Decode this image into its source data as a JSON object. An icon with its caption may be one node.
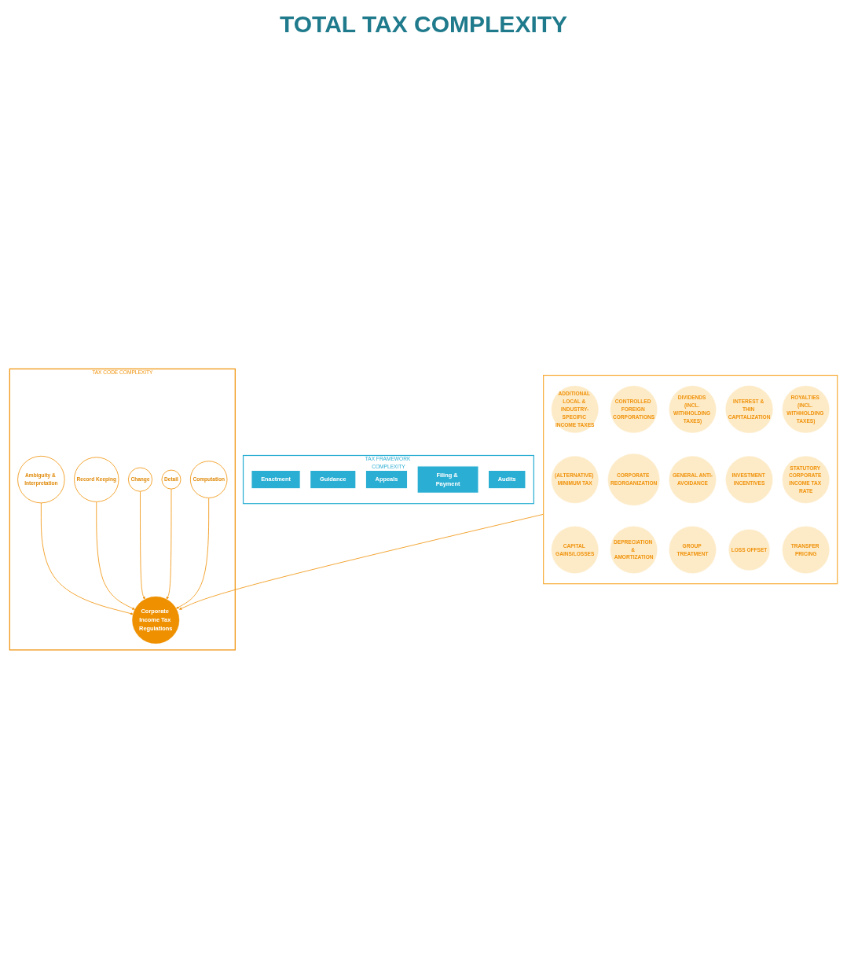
{
  "diagram": {
    "title": "TOTAL TAX COMPLEXITY",
    "nodes": [
      {
        "text": [
          "TAX CODE COMPLEXITY"
        ]
      },
      {
        "text": [
          "Ambiguity & Interpretation"
        ],
        "in": 0
      },
      {
        "text": [
          "Record Keeping"
        ],
        "in": 0
      },
      {
        "text": [
          "Change"
        ],
        "in": 0
      },
      {
        "text": [
          "Corporate Income Tax Regulations"
        ],
        "in": 0
      },
      {
        "text": [
          "Detail"
        ],
        "in": 0
      },
      {
        "text": [
          "Computation"
        ],
        "in": 0
      },
      {
        "text": [
          "TAX FRAMEWORK COMPLEXITY"
        ]
      },
      {
        "text": [
          "Enactment"
        ],
        "in": 7
      },
      {
        "text": [
          "Guidance"
        ],
        "in": 7
      },
      {
        "text": [
          "Appeals"
        ],
        "in": 7
      },
      {
        "text": [
          "Filing & Payment"
        ],
        "in": 7
      },
      {
        "text": [
          "Audits"
        ],
        "in": 7
      },
      {
        "text": [],
        "shape": "box"
      },
      {
        "text": [
          "ADDITIONAL LOCAL & INDUSTRY-SPECIFIC INCOME TAXES"
        ],
        "in": 13
      },
      {
        "text": [
          "CONTROLLED FOREIGN CORPORATIONS"
        ],
        "in": 13
      },
      {
        "text": [
          "DIVIDENDS (INCL. WITHHOLDING TAXES)"
        ],
        "in": 13
      },
      {
        "text": [
          "INTEREST & THIN CAPITALIZATION"
        ],
        "in": 13
      },
      {
        "text": [
          "ROYALTIES (INCL. WITHHOLDING TAXES)"
        ],
        "in": 13
      },
      {
        "text": [
          "(ALTERNATIVE) MINIMUM TAX"
        ],
        "in": 13
      },
      {
        "text": [
          "CORPORATE REORGANIZATION"
        ],
        "in": 13
      },
      {
        "text": [
          "GENERAL ANTI-AVOIDANCE"
        ],
        "in": 13
      },
      {
        "text": [
          "INVESTMENT INCENTIVES"
        ],
        "in": 13
      },
      {
        "text": [
          "STATUTORY CORPORATE INCOME TAX RATE"
        ],
        "in": 13
      },
      {
        "text": [
          "CAPITAL GAINS/LOSSES"
        ],
        "in": 13
      },
      {
        "text": [
          "DEPRECIATION & AMORTIZATION"
        ],
        "in": 13
      },
      {
        "text": [
          "GROUP TREATMENT"
        ],
        "in": 13
      },
      {
        "text": [
          "LOSS OFFSET"
        ],
        "in": 13
      },
      {
        "text": [
          "TRANSFER PRICING"
        ],
        "in": 13
      }
    ],
    "edges": [
      {
        "from": 1,
        "to": 4,
        "arrow": "to"
      },
      {
        "from": 2,
        "to": 4,
        "arrow": "to"
      },
      {
        "from": 3,
        "to": 4,
        "arrow": "to"
      },
      {
        "from": 5,
        "to": 4,
        "arrow": "to"
      },
      {
        "from": 6,
        "to": 4,
        "arrow": "to"
      },
      {
        "from": 13,
        "to": 4,
        "arrow": "to"
      }
    ]
  }
}
